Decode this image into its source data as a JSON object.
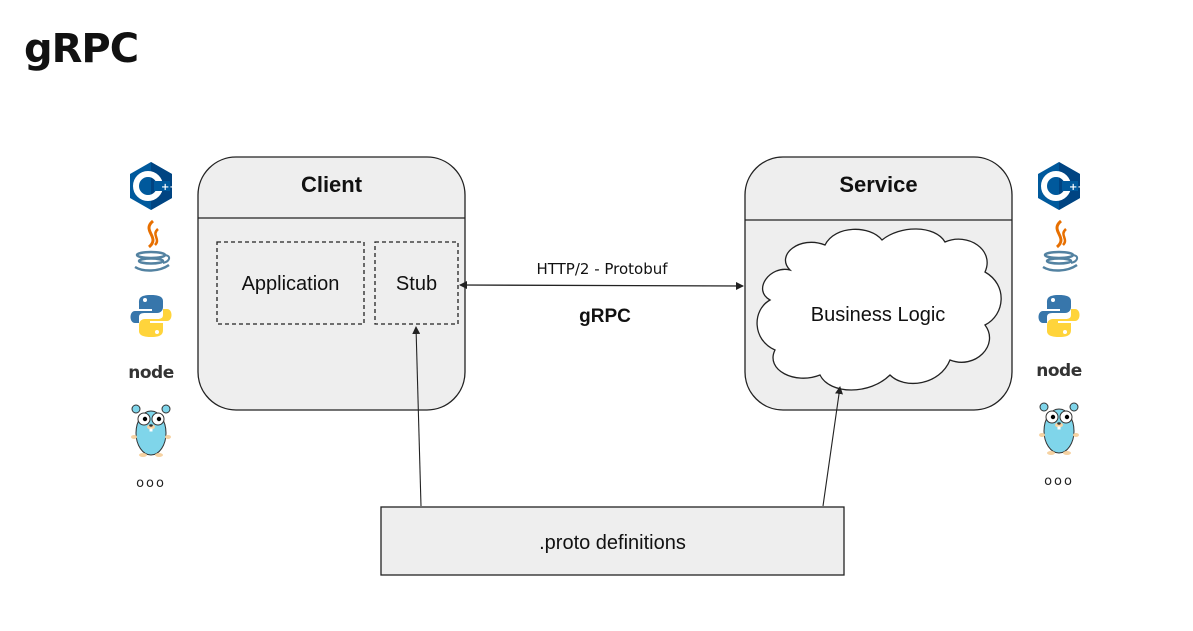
{
  "title": "gRPC",
  "client": {
    "title": "Client",
    "application_label": "Application",
    "stub_label": "Stub"
  },
  "service": {
    "title": "Service",
    "business_logic_label": "Business Logic"
  },
  "connection": {
    "protocol_label": "HTTP/2 - Protobuf",
    "framework_label": "gRPC"
  },
  "proto": {
    "label": ".proto definitions"
  },
  "languages": {
    "icons": [
      "cpp-icon",
      "java-icon",
      "python-icon",
      "nodejs-icon",
      "go-gopher-icon"
    ],
    "node_text": "node",
    "more": "ooo"
  },
  "colors": {
    "box_fill": "#eeeeee",
    "stroke": "#222222",
    "cpp_blue": "#00599c",
    "java_red": "#e76f00",
    "java_blue": "#5382a1",
    "python_blue": "#3776ab",
    "python_yellow": "#ffd43b",
    "node_green": "#539e43",
    "gopher_blue": "#7fd5ea"
  }
}
